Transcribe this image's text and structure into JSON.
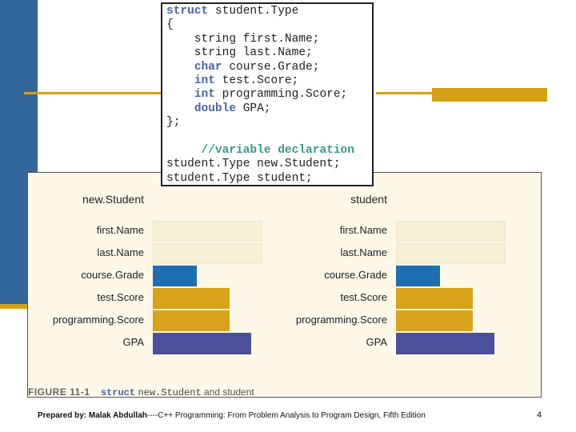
{
  "code": {
    "lines": [
      [
        {
          "t": "struct",
          "c": "kw"
        },
        {
          "t": " student.Type",
          "c": ""
        }
      ],
      [
        {
          "t": "{",
          "c": ""
        }
      ],
      [
        {
          "t": "    string first.Name;",
          "c": ""
        }
      ],
      [
        {
          "t": "    string last.Name;",
          "c": ""
        }
      ],
      [
        {
          "t": "    ",
          "c": ""
        },
        {
          "t": "char",
          "c": "kw"
        },
        {
          "t": " course.Grade;",
          "c": ""
        }
      ],
      [
        {
          "t": "    ",
          "c": ""
        },
        {
          "t": "int",
          "c": "kw"
        },
        {
          "t": " test.Score;",
          "c": ""
        }
      ],
      [
        {
          "t": "    ",
          "c": ""
        },
        {
          "t": "int",
          "c": "kw"
        },
        {
          "t": " programming.Score;",
          "c": ""
        }
      ],
      [
        {
          "t": "    ",
          "c": ""
        },
        {
          "t": "double",
          "c": "kw"
        },
        {
          "t": " GPA;",
          "c": ""
        }
      ],
      [
        {
          "t": "};",
          "c": ""
        }
      ],
      [
        {
          "t": "",
          "c": ""
        }
      ],
      [
        {
          "t": "     ",
          "c": ""
        },
        {
          "t": "//variable declaration",
          "c": "cm"
        }
      ],
      [
        {
          "t": "student.Type new.Student;",
          "c": ""
        }
      ],
      [
        {
          "t": "student.Type student;",
          "c": ""
        }
      ]
    ]
  },
  "figure": {
    "left_title": "new.Student",
    "right_title": "student",
    "fields": [
      {
        "label": "first.Name",
        "kind": "empty",
        "fill": 1.0
      },
      {
        "label": "last.Name",
        "kind": "empty",
        "fill": 1.0
      },
      {
        "label": "course.Grade",
        "kind": "blue",
        "fill": 0.4
      },
      {
        "label": "test.Score",
        "kind": "gold",
        "fill": 0.7
      },
      {
        "label": "programming.Score",
        "kind": "gold",
        "fill": 0.7
      },
      {
        "label": "GPA",
        "kind": "indigo",
        "fill": 0.9
      }
    ],
    "caption_fig": "FIGURE 11-1",
    "caption_kw": "struct",
    "caption_var": "new.Student",
    "caption_and": " and ",
    "caption_var2": "student"
  },
  "footer": {
    "author": "Prepared by: Malak Abdullah",
    "sep": "----",
    "book": "C++ Programming: From Problem Analysis to Program Design, Fifth Edition",
    "page": "4"
  }
}
